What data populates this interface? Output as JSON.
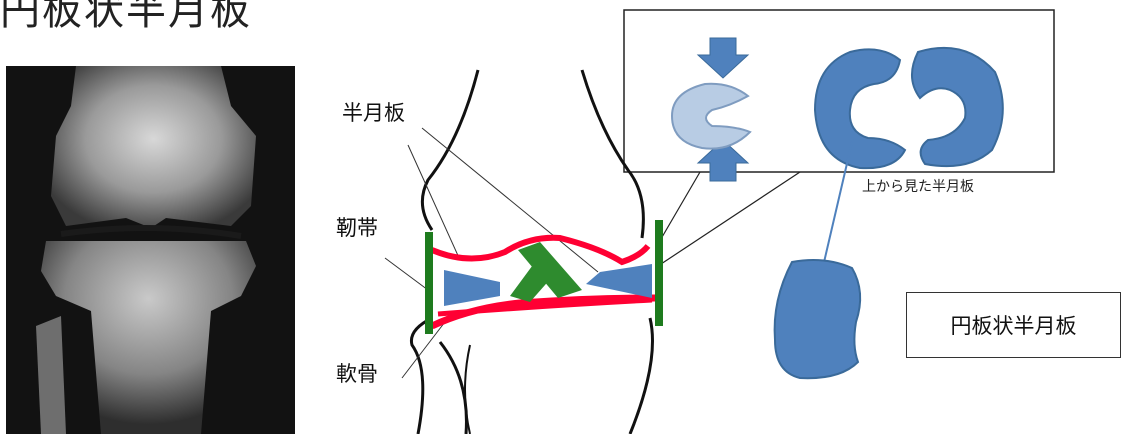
{
  "title": "円板状半月板",
  "labels": {
    "meniscus": "半月板",
    "ligament": "靭帯",
    "cartilage": "軟骨",
    "top_view_caption": "上から見た半月板",
    "discoid_meniscus": "円板状半月板"
  },
  "colors": {
    "meniscus_fill": "#4f81bd",
    "meniscus_light": "#b8cce4",
    "cartilage": "#ff0033",
    "ligament_bar": "#1e7b1e",
    "cruciate": "#2e8b2e",
    "bone_outline": "#111111"
  }
}
